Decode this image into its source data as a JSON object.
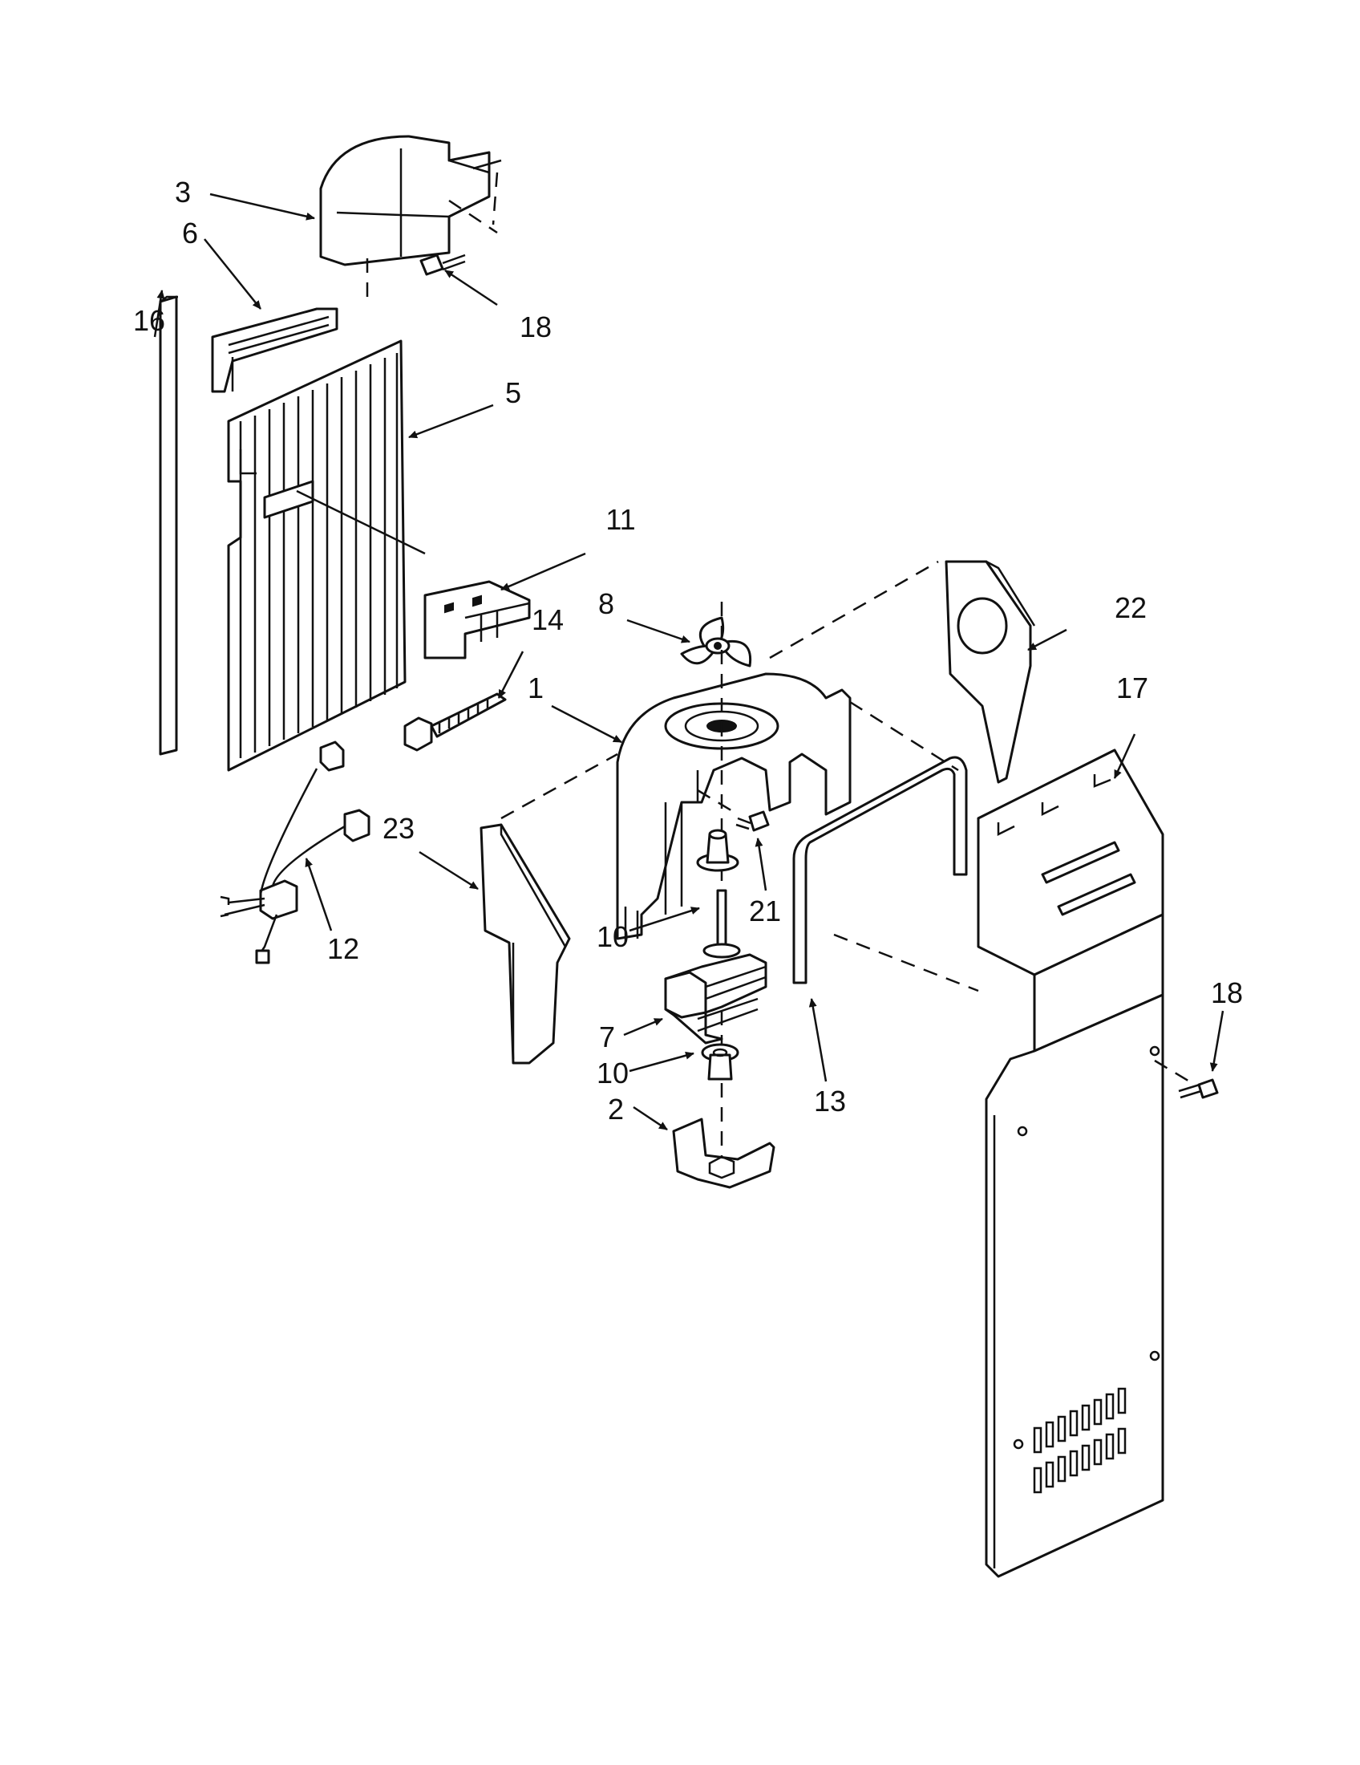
{
  "callouts": {
    "c1": "1",
    "c2": "2",
    "c3": "3",
    "c5": "5",
    "c6": "6",
    "c7": "7",
    "c8": "8",
    "c10a": "10",
    "c10b": "10",
    "c11": "11",
    "c12": "12",
    "c13": "13",
    "c14": "14",
    "c16": "16",
    "c17": "17",
    "c18a": "18",
    "c18b": "18",
    "c21": "21",
    "c22": "22",
    "c23": "23"
  }
}
